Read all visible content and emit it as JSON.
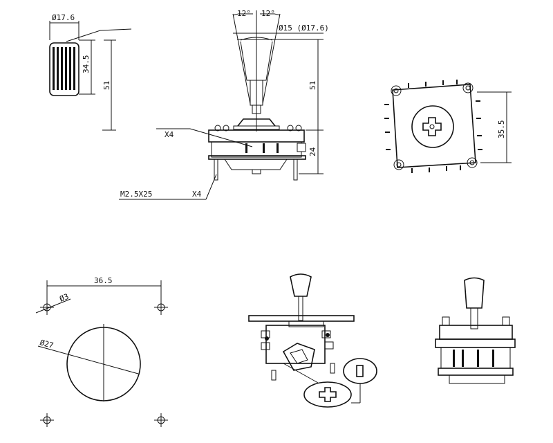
{
  "title": "Joystick dimension drawing",
  "knob_view": {
    "diameter": "Ø17.6",
    "height": "34.5",
    "total_height": "51"
  },
  "side_view": {
    "angle_left": "12°",
    "angle_right": "12°",
    "shaft_diameter": "Ø15 (Ø17.6)",
    "shaft_height": "51",
    "body_height": "24",
    "switch_count": "X4",
    "screw_spec": "M2.5X25",
    "screw_count": "X4"
  },
  "top_view": {
    "width": "35.5"
  },
  "mounting_template": {
    "hole_spacing": "36.5",
    "hole_diameter": "Ø3",
    "center_hole_diameter": "Ø27"
  }
}
